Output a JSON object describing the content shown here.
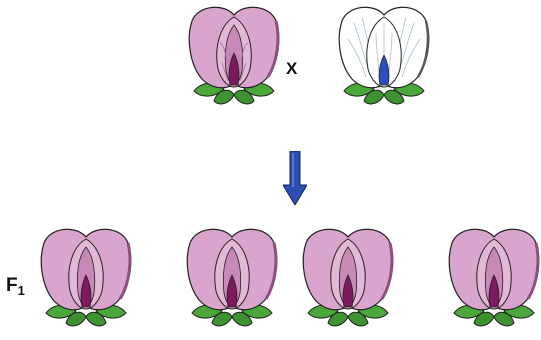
{
  "cross": {
    "symbol": "X",
    "parent_purple": {
      "color": "purple"
    },
    "parent_white": {
      "color": "white"
    }
  },
  "arrow": {
    "color": "#2a4fb0"
  },
  "f1": {
    "label": "F",
    "subscript": "1",
    "offspring": [
      {
        "color": "purple"
      },
      {
        "color": "purple"
      },
      {
        "color": "purple"
      },
      {
        "color": "purple"
      }
    ]
  },
  "colors": {
    "purple_petal": "#d9a5cc",
    "purple_petal_dark": "#b57aa6",
    "purple_keel": "#7d1a5d",
    "white_petal": "#ffffff",
    "white_vein": "#9fb6d9",
    "white_keel": "#2f4fb8",
    "leaf": "#4aa83a",
    "leaf_dark": "#2c7423",
    "outline": "#222222",
    "arrow": "#2a4fb0"
  }
}
